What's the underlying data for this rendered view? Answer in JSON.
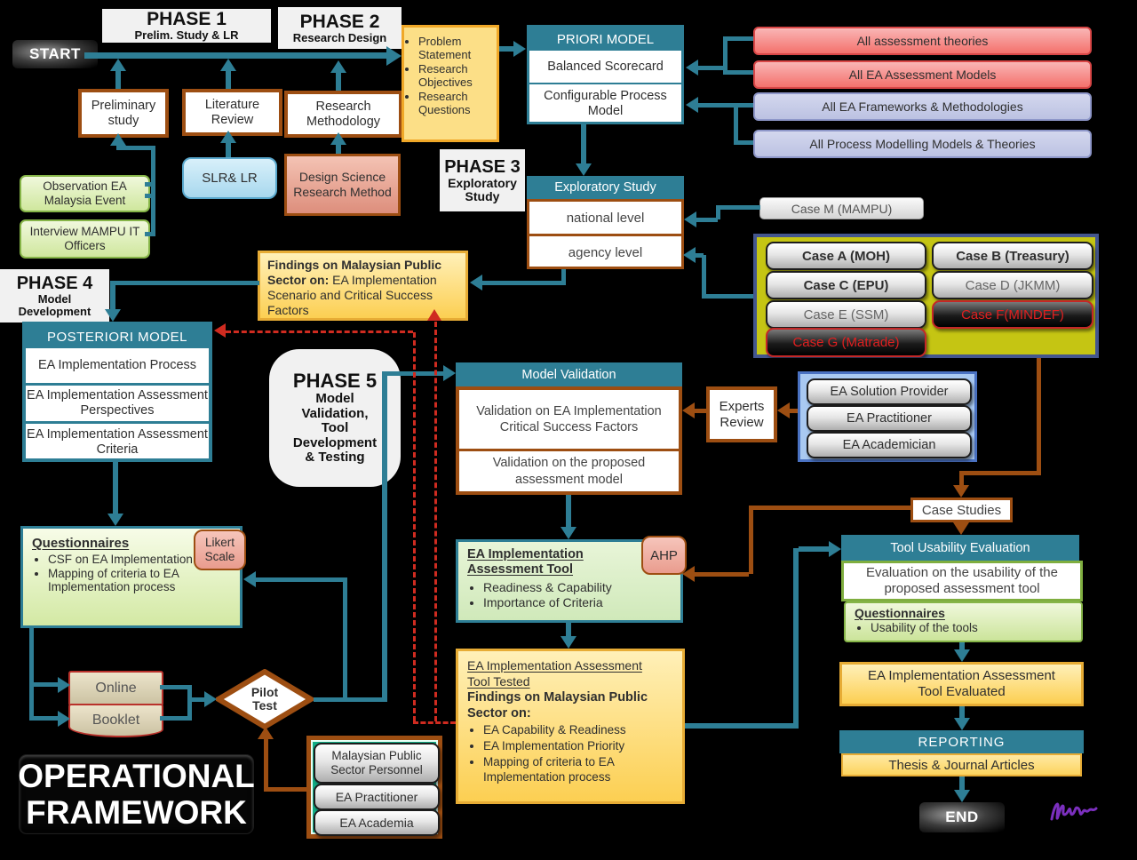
{
  "palette": {
    "teal": "#2e7e95",
    "brown": "#9d4e12",
    "red_dash": "#cf2b20",
    "yellow": "#fccf52",
    "green": "#cfe79d",
    "olive": "#c5c513",
    "panel_blue": "#a9c9f1",
    "group_green": "#12ad85",
    "salmon": "#e99c8e",
    "signature_purple": "#7b2fbe"
  },
  "start": "START",
  "end": "END",
  "signature_icon": "signature-scribble",
  "phase1": {
    "title": "PHASE 1",
    "subtitle": "Prelim. Study & LR"
  },
  "phase2": {
    "title": "PHASE 2",
    "subtitle": "Research Design"
  },
  "phase3": {
    "title": "PHASE 3",
    "line1": "Exploratory",
    "line2": "Study"
  },
  "phase4": {
    "title": "PHASE 4",
    "line1": "Model",
    "line2": "Development"
  },
  "phase5": {
    "title": "PHASE 5",
    "line1": "Model",
    "line2": "Validation,",
    "line3": "Tool",
    "line4": "Development",
    "line5": "& Testing"
  },
  "boxes": {
    "preliminary": "Preliminary study",
    "literature": "Literature Review",
    "methodology": "Research Methodology",
    "slr": "SLR& LR",
    "design_science": "Design Science Research Method",
    "observation": "Observation EA Malaysia Event",
    "interview": "Interview MAMPU IT Officers"
  },
  "bullets_box": {
    "item1": "Problem Statement",
    "item2": "Research Objectives",
    "item3": "Research Questions"
  },
  "priori": {
    "header": "PRIORI MODEL",
    "row1": "Balanced Scorecard",
    "row2": "Configurable Process Model"
  },
  "sources": {
    "red1": "All assessment theories",
    "red2": "All EA Assessment Models",
    "lav1": "All EA Frameworks & Methodologies",
    "lav2": "All Process Modelling Models & Theories"
  },
  "exploratory": {
    "header": "Exploratory Study",
    "row1": "national level",
    "row2": "agency level"
  },
  "case_m": "Case M (MAMPU)",
  "cases": {
    "a": "Case A (MOH)",
    "b": "Case B (Treasury)",
    "c": "Case C (EPU)",
    "d": "Case D (JKMM)",
    "e": "Case E (SSM)",
    "f": "Case F(MINDEF)",
    "g": "Case G (Matrade)"
  },
  "findings": {
    "bold": "Findings on Malaysian Public Sector on:",
    "normal": "EA Implementation Scenario and Critical Success Factors"
  },
  "posteriori": {
    "header": "POSTERIORI MODEL",
    "row1": "EA Implementation Process",
    "row2": "EA Implementation Assessment Perspectives",
    "row3": "EA Implementation Assessment Criteria"
  },
  "validation": {
    "header": "Model Validation",
    "row1": "Validation on EA Implementation Critical Success Factors",
    "row2": "Validation on the proposed assessment model"
  },
  "experts": "Experts Review",
  "panel": {
    "row1": "EA Solution Provider",
    "row2": "EA Practitioner",
    "row3": "EA Academician"
  },
  "case_studies": "Case Studies",
  "questionnaires": {
    "title": "Questionnaires",
    "item1": "CSF on EA Implementation",
    "item2": "Mapping of criteria to EA Implementation process",
    "badge": "Likert Scale"
  },
  "ea_tool": {
    "title": "EA Implementation Assessment Tool",
    "item1": "Readiness & Capability",
    "item2": "Importance of Criteria",
    "badge": "AHP"
  },
  "tested": {
    "underline": "EA Implementation Assessment Tool Tested",
    "bold": "Findings on Malaysian Public Sector on:",
    "item1": "EA Capability & Readiness",
    "item2": "EA Implementation Priority",
    "item3": "Mapping of criteria to EA Implementation process"
  },
  "survey": {
    "online": "Online",
    "booklet": "Booklet"
  },
  "pilot": {
    "line1": "Pilot",
    "line2": "Test"
  },
  "personnel": {
    "row1": "Malaysian Public Sector Personnel",
    "row2": "EA Practitioner",
    "row3": "EA Academia"
  },
  "usability": {
    "header": "Tool Usability Evaluation",
    "row": "Evaluation on the usability of the proposed assessment tool",
    "q_title": "Questionnaires",
    "q_item": "Usability of the tools"
  },
  "evaluated": "EA Implementation Assessment Tool Evaluated",
  "reporting": {
    "header": "REPORTING",
    "row": "Thesis & Journal Articles"
  },
  "title_block": {
    "line1": "OPERATIONAL",
    "line2": "FRAMEWORK"
  }
}
